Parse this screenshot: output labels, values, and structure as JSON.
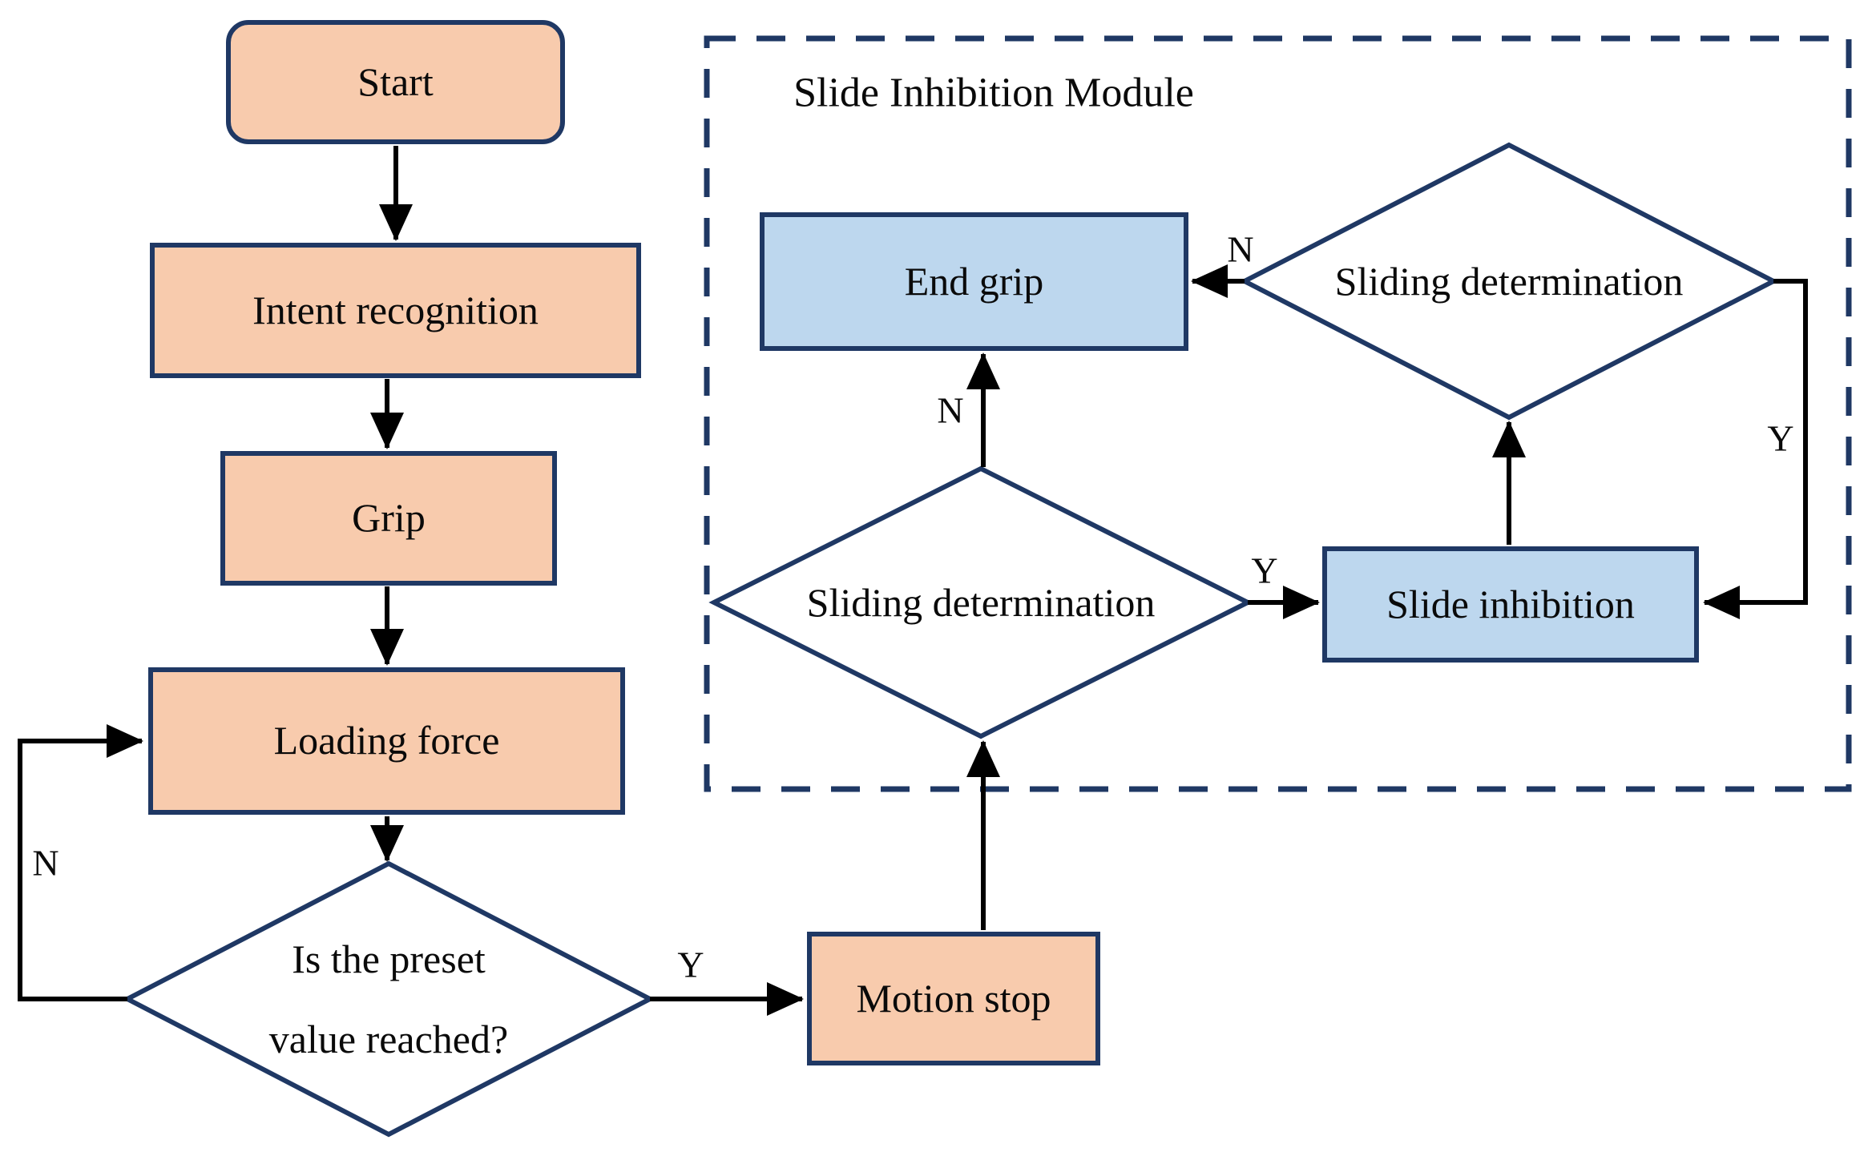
{
  "diagram": {
    "module_title": "Slide Inhibition Module",
    "nodes": {
      "start": "Start",
      "intent_recognition": "Intent recognition",
      "grip": "Grip",
      "loading_force": "Loading force",
      "preset_check_line1": "Is the preset",
      "preset_check_line2": "value reached?",
      "motion_stop": "Motion stop",
      "end_grip": "End grip",
      "sliding_determination_lower": "Sliding determination",
      "sliding_determination_upper": "Sliding determination",
      "slide_inhibition": "Slide inhibition"
    },
    "edge_labels": {
      "preset_no": "N",
      "preset_yes": "Y",
      "lower_determination_no": "N",
      "lower_determination_yes": "Y",
      "upper_determination_no": "N",
      "upper_determination_yes": "Y"
    },
    "colors": {
      "process_fill": "#F8CBAD",
      "module_node_fill": "#BDD7EE",
      "outline": "#1F3864",
      "arrow": "#000000",
      "diamond_fill": "#FFFFFF",
      "background": "#FFFFFF"
    }
  }
}
